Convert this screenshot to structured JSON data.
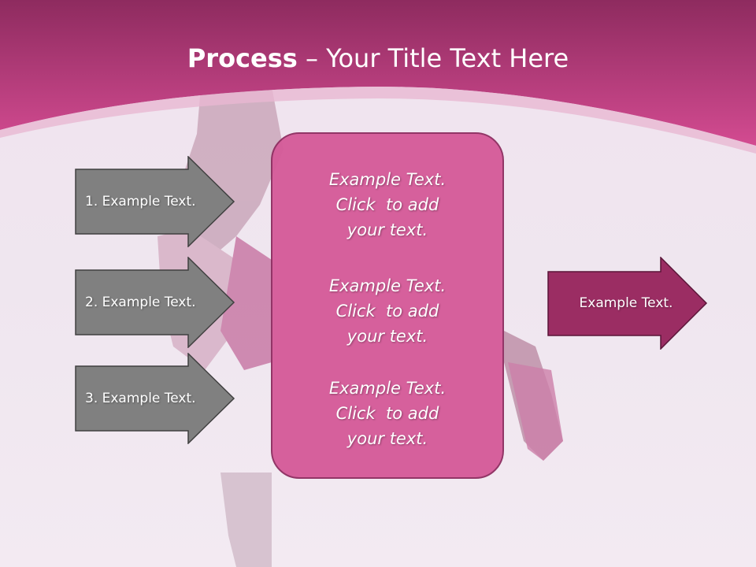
{
  "title": {
    "bold": "Process",
    "rest": " – Your Title Text Here"
  },
  "left_arrows": [
    {
      "label": "1. Example Text."
    },
    {
      "label": "2. Example Text."
    },
    {
      "label": "3. Example Text."
    }
  ],
  "center_box": {
    "blocks": [
      [
        "Example Text.",
        "Click  to add",
        "your text."
      ],
      [
        "Example Text.",
        "Click  to add",
        "your text."
      ],
      [
        "Example Text.",
        "Click  to add",
        "your text."
      ]
    ]
  },
  "right_arrow": {
    "label": "Example Text."
  },
  "colors": {
    "header": "#c0407f",
    "gray_arrow": "#808080",
    "center_fill": "#d55b99",
    "right_arrow": "#9b2d63"
  }
}
